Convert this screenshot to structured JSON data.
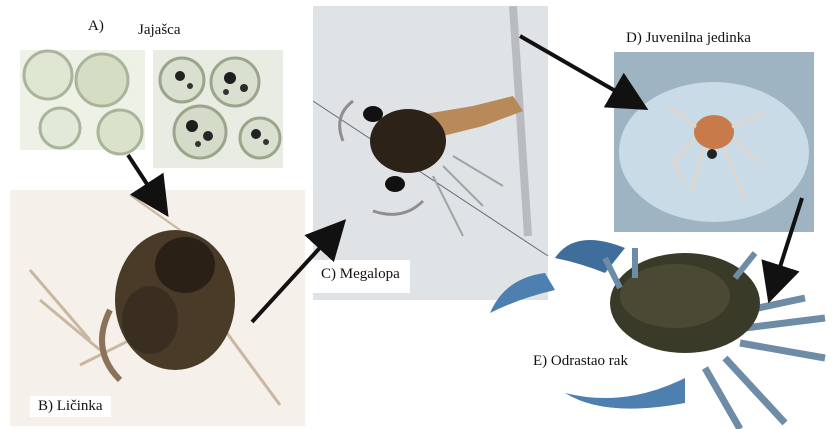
{
  "labels": {
    "a_letter": "A)",
    "a_text": "Jajašca",
    "b_text": "B)  Ličinka",
    "c_text": "C)  Megalopa",
    "d_text": "D)   Juvenilna jedinka",
    "e_text": "E) Odrastao rak"
  },
  "colors": {
    "background": "#ffffff",
    "arrow": "#111111",
    "egg_fill": "#dfe6d2",
    "egg_rim": "#a9b59a",
    "larva_body": "#2a2016",
    "crab_shell": "#3a3a28",
    "crab_leg": "#4d7fb0",
    "water": "#c8dbe6"
  },
  "icons": [
    "arrow-a-to-b",
    "arrow-b-to-c",
    "arrow-c-to-d",
    "arrow-d-to-e"
  ]
}
